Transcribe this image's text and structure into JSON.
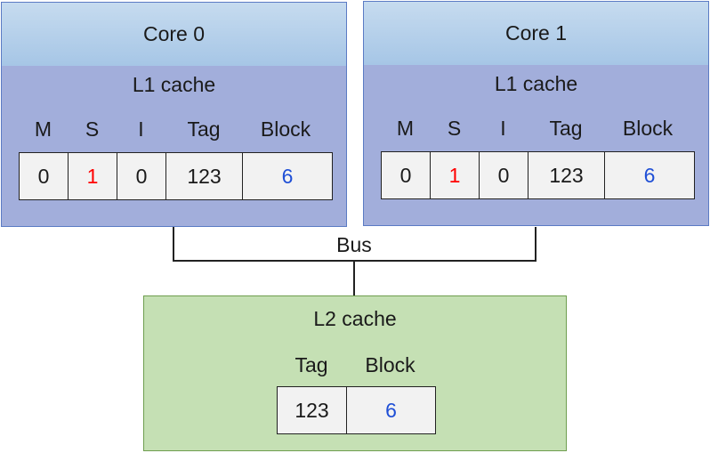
{
  "cores": [
    {
      "title": "Core 0",
      "cache_title": "L1 cache",
      "columns": [
        "M",
        "S",
        "I",
        "Tag",
        "Block"
      ],
      "values": [
        "0",
        "1",
        "0",
        "123",
        "6"
      ]
    },
    {
      "title": "Core 1",
      "cache_title": "L1 cache",
      "columns": [
        "M",
        "S",
        "I",
        "Tag",
        "Block"
      ],
      "values": [
        "0",
        "1",
        "0",
        "123",
        "6"
      ]
    }
  ],
  "bus": {
    "label": "Bus"
  },
  "l2": {
    "title": "L2 cache",
    "columns": [
      "Tag",
      "Block"
    ],
    "values": [
      "123",
      "6"
    ]
  },
  "colors": {
    "state_highlight": "#ff0000",
    "block_value": "#1f4fd6"
  }
}
